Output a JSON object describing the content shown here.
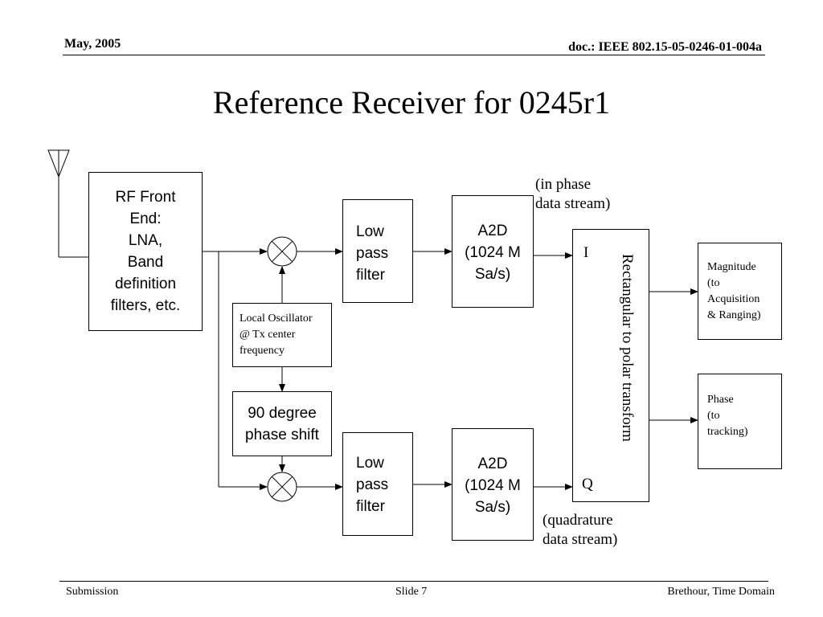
{
  "header": {
    "date": "May, 2005",
    "doc": "doc.: IEEE 802.15-05-0246-01-004a"
  },
  "title": "Reference Receiver for 0245r1",
  "blocks": {
    "rf_front_end": "RF Front\nEnd:\nLNA,\nBand\ndefinition\nfilters, etc.",
    "local_oscillator": "Local Oscillator\n@ Tx center\nfrequency",
    "phase_shift": "90 degree\nphase shift",
    "lpf_top": "Low\npass\nfilter",
    "lpf_bottom": "Low\npass\nfilter",
    "a2d_top": "A2D\n(1024 M\nSa/s)",
    "a2d_bottom": "A2D\n(1024 M\nSa/s)",
    "rect_polar": "Rectangular to polar transform",
    "rect_polar_i": "I",
    "rect_polar_q": "Q",
    "magnitude": "Magnitude\n(to\nAcquisition\n& Ranging)",
    "phase": "Phase\n(to\ntracking)"
  },
  "annotations": {
    "in_phase": "(in phase\ndata stream)",
    "quadrature": "(quadrature\ndata stream)"
  },
  "footer": {
    "left": "Submission",
    "center": "Slide 7",
    "right": "Brethour, Time Domain"
  }
}
